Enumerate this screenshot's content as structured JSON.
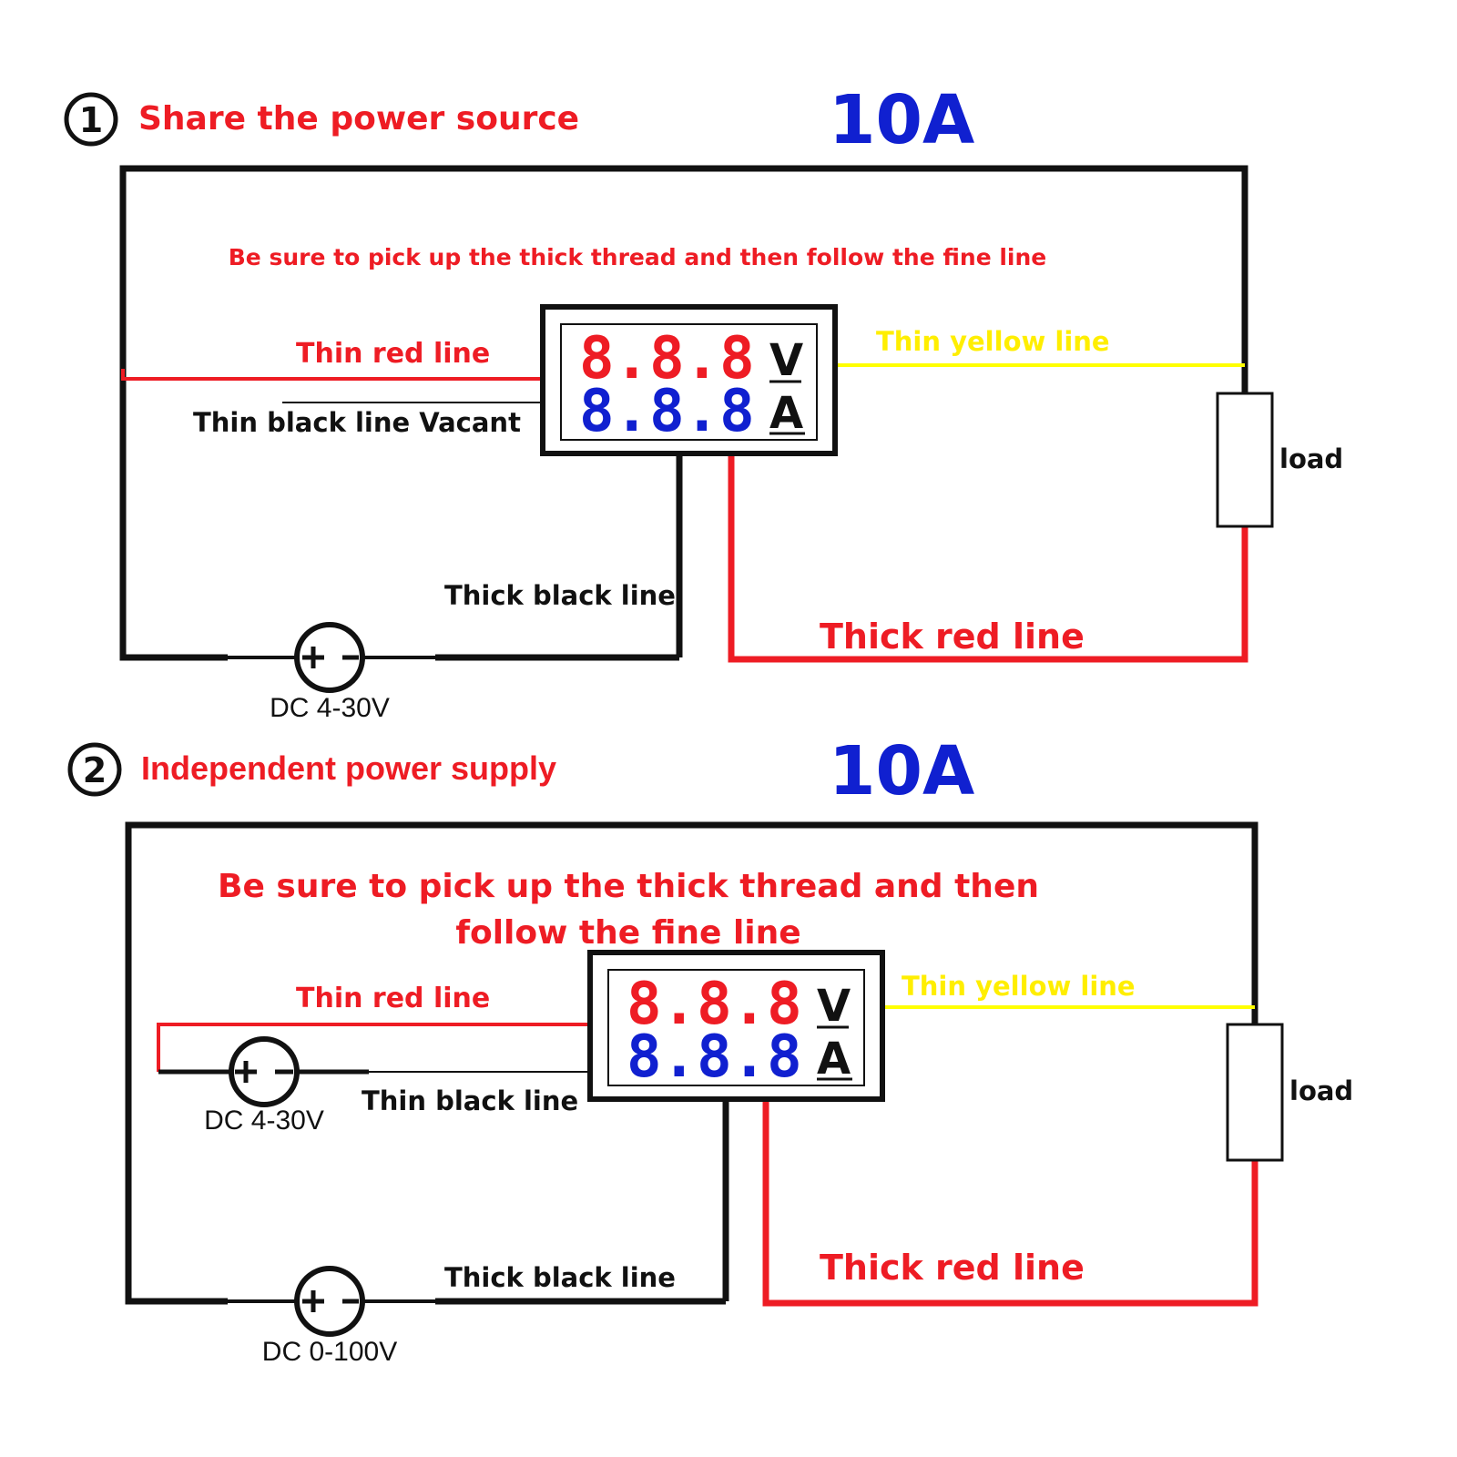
{
  "colors": {
    "red": "#ee1c24",
    "blue": "#1020d0",
    "yellow": "#ffff00",
    "black": "#111111"
  },
  "diagram1": {
    "number": "1",
    "title": "Share the power source",
    "rating": "10A",
    "instruction": "Be sure to pick up the thick thread and then follow the fine line",
    "thin_red_label": "Thin red line",
    "thin_black_label": "Thin black line Vacant",
    "thin_yellow_label": "Thin yellow line",
    "thick_black_label": "Thick black line",
    "thick_red_label": "Thick red line",
    "load_label": "load",
    "meter_volts": "8.8.8",
    "meter_amps": "8.8.8",
    "meter_v_unit": "V",
    "meter_a_unit": "A",
    "source_label": "DC 4-30V"
  },
  "diagram2": {
    "number": "2",
    "title": "Independent  power  supply",
    "rating": "10A",
    "instruction_line1": "Be sure to pick up the thick thread and then",
    "instruction_line2": "follow the fine line",
    "thin_red_label": "Thin red line",
    "thin_black_label": "Thin black line",
    "thin_yellow_label": "Thin yellow line",
    "thick_black_label": "Thick black line",
    "thick_red_label": "Thick red line",
    "load_label": "load",
    "meter_volts": "8.8.8",
    "meter_amps": "8.8.8",
    "meter_v_unit": "V",
    "meter_a_unit": "A",
    "aux_source_label": "DC 4-30V",
    "source_label": "DC 0-100V"
  }
}
